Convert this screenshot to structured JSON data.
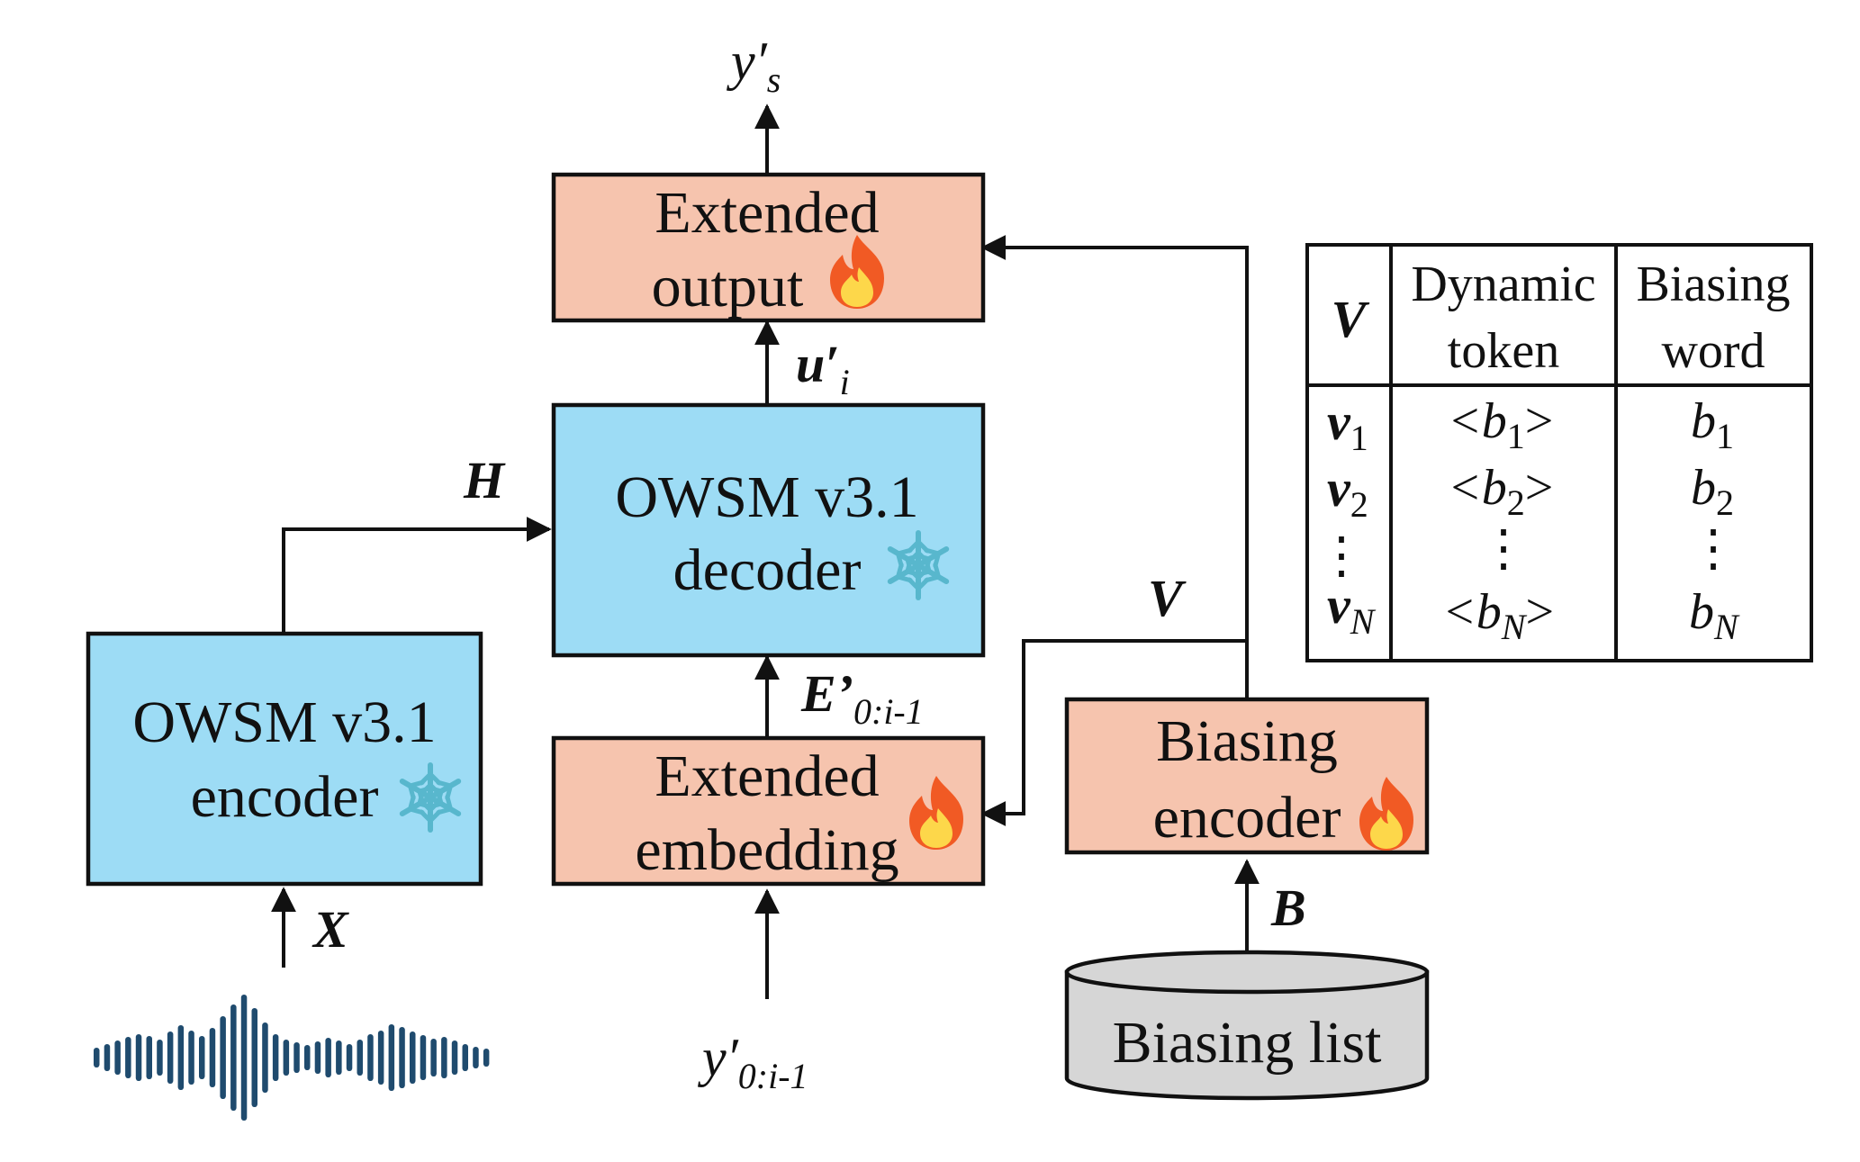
{
  "colors": {
    "frozen_fill": "#9ddcf5",
    "trainable_fill": "#f6c4ae",
    "database_fill": "#d6d6d6",
    "snowflake": "#58b7cd",
    "waveform": "#1f4b6e",
    "flame_outer": "#f15a24",
    "flame_inner": "#fdd74a",
    "stroke": "#111111"
  },
  "blocks": {
    "extended_output": {
      "line1": "Extended",
      "line2": "output",
      "icon": "flame-icon"
    },
    "decoder": {
      "line1": "OWSM v3.1",
      "line2": "decoder",
      "icon": "snowflake-icon"
    },
    "encoder": {
      "line1": "OWSM v3.1",
      "line2": "encoder",
      "icon": "snowflake-icon"
    },
    "extended_embedding": {
      "line1": "Extended",
      "line2": "embedding",
      "icon": "flame-icon"
    },
    "biasing_encoder": {
      "line1": "Biasing",
      "line2": "encoder",
      "icon": "flame-icon"
    },
    "biasing_list": {
      "label": "Biasing list"
    }
  },
  "signals": {
    "output": {
      "main": "y′",
      "sub": "s"
    },
    "u": {
      "main": "u′",
      "sub": "i"
    },
    "h": {
      "main": "H"
    },
    "e": {
      "main": "E’",
      "sub": "0:i-1"
    },
    "x": {
      "main": "X"
    },
    "y_in": {
      "main": "y′",
      "sub": "0:i-1"
    },
    "v": {
      "main": "V"
    },
    "b": {
      "main": "B"
    }
  },
  "table": {
    "header": {
      "col0": "V",
      "col1_line1": "Dynamic",
      "col1_line2": "token",
      "col2_line1": "Biasing",
      "col2_line2": "word"
    },
    "rows": [
      {
        "v_main": "v",
        "v_sub": "1",
        "token_pre": "<b",
        "token_sub": "1",
        "token_post": ">",
        "word_main": "b",
        "word_sub": "1"
      },
      {
        "v_main": "v",
        "v_sub": "2",
        "token_pre": "<b",
        "token_sub": "2",
        "token_post": ">",
        "word_main": "b",
        "word_sub": "2"
      },
      {
        "v_main": "v",
        "v_sub": "N",
        "token_pre": "<b",
        "token_sub": "N",
        "token_post": ">",
        "word_main": "b",
        "word_sub": "N"
      }
    ],
    "ellipsis": "⋮"
  }
}
